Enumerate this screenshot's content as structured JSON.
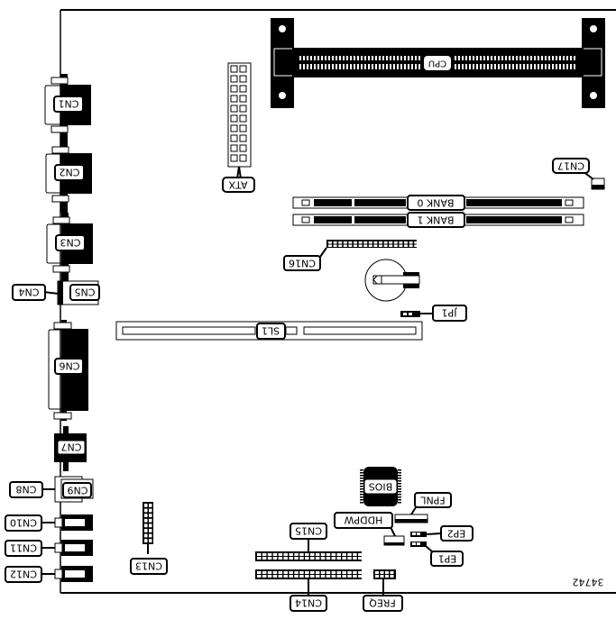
{
  "diagram": {
    "title": "Motherboard layout (rendered upside down)",
    "figure_id": "34742",
    "colors": {
      "ink": "#000000",
      "paper": "#ffffff"
    },
    "components": {
      "cpu": "CPU",
      "atx": "ATX",
      "bank0": "BANK 0",
      "bank1": "BANK 1",
      "cn16": "CN16",
      "cn17": "CN17",
      "jp1": "JP1",
      "sl1": "SL1",
      "bios": "BIOS",
      "fpnl": "FPNL",
      "hddpw": "HDDPW",
      "ep1": "EP1",
      "ep2": "EP2",
      "cn15": "CN15",
      "cn14": "CN14",
      "freq": "FREQ",
      "cn13": "CN13",
      "battery": "battery"
    },
    "rear_connectors": {
      "cn1": "CN1",
      "cn2": "CN2",
      "cn3": "CN3",
      "cn4": "CN4",
      "cn5": "CN5",
      "cn6": "CN6",
      "cn7": "CN7",
      "cn8": "CN8",
      "cn9": "CN9",
      "cn10": "CN10",
      "cn11": "CN11",
      "cn12": "CN12"
    }
  }
}
